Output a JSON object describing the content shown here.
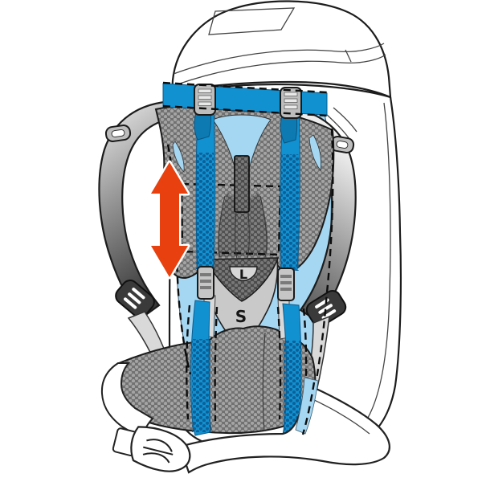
{
  "diagram": {
    "type": "technical-illustration",
    "subject": "backpack adjustable back-length harness system",
    "size_labels": {
      "large": "L",
      "small": "S"
    },
    "icons": {
      "adjustment_arrow": "up-down-arrow-icon"
    },
    "colors": {
      "background": "#ffffff",
      "outline": "#1c1c1c",
      "panel_light_blue": "#a6d7f2",
      "strap_blue": "#1291d1",
      "strap_blue_dark": "#0b6097",
      "strap_tab_blue": "#0e7ab2",
      "arrow_red": "#e8400e",
      "mesh_base": "#717171",
      "mesh_dot": "#a4a4a4",
      "mesh_dark_base": "#4b4b4b",
      "mesh_dark_dot": "#787878",
      "hardware_gray": "#bdbdbd",
      "panel_gray": "#c9c9c9",
      "notch_gray": "#d6d6d6",
      "webbing_gray": "#d9d9d9",
      "strap_tip_gray": "#3a3a3a"
    }
  }
}
